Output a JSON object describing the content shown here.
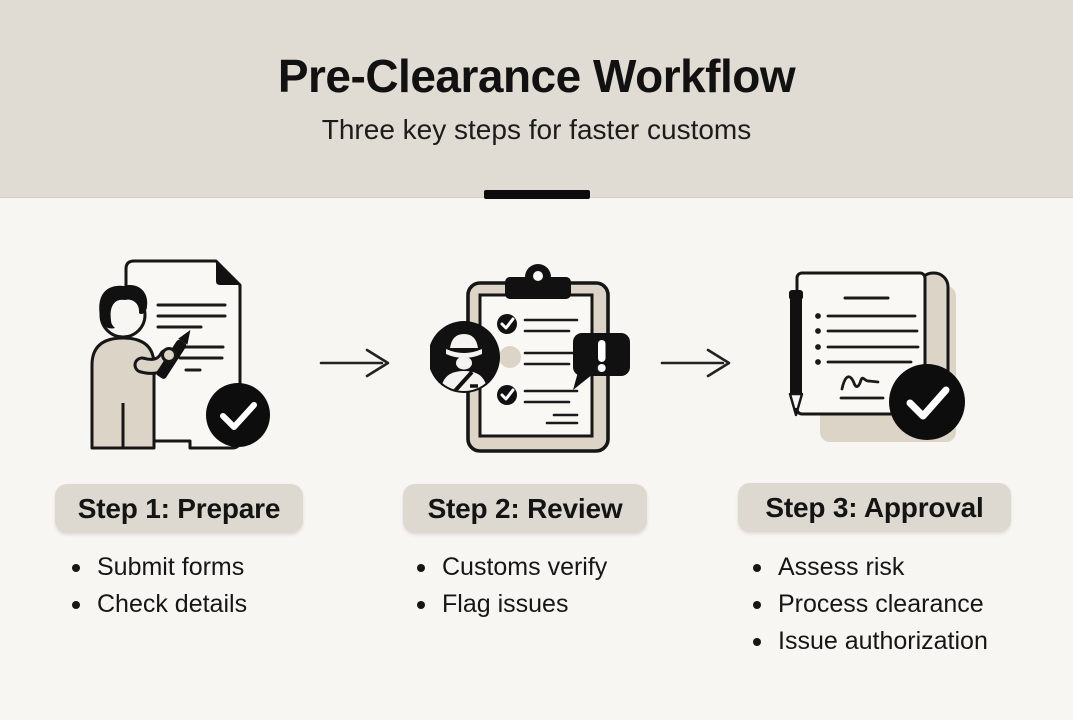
{
  "header": {
    "title": "Pre-Clearance Workflow",
    "subtitle": "Three key steps for faster customs",
    "divider_icon": "divider-bar"
  },
  "steps": [
    {
      "label": "Step 1: Prepare",
      "icon": "person-filling-form-icon",
      "bullets": [
        "Submit forms",
        "Check details"
      ]
    },
    {
      "label": "Step 2: Review",
      "icon": "customs-clipboard-review-icon",
      "bullets": [
        "Customs verify",
        "Flag issues"
      ]
    },
    {
      "label": "Step 3: Approval",
      "icon": "signed-document-approved-icon",
      "bullets": [
        "Assess risk",
        "Process clearance",
        "Issue authorization"
      ]
    }
  ],
  "connectors": {
    "arrow_icon": "right-arrow-icon"
  },
  "colors": {
    "header_bg": "#e0dbd3",
    "body_bg": "#f8f6f3",
    "badge_bg": "#ded9d0",
    "ink": "#141414",
    "beige_fill": "#ddd4c8",
    "paper": "#faf8f5",
    "divider": "#0c0c0c"
  }
}
